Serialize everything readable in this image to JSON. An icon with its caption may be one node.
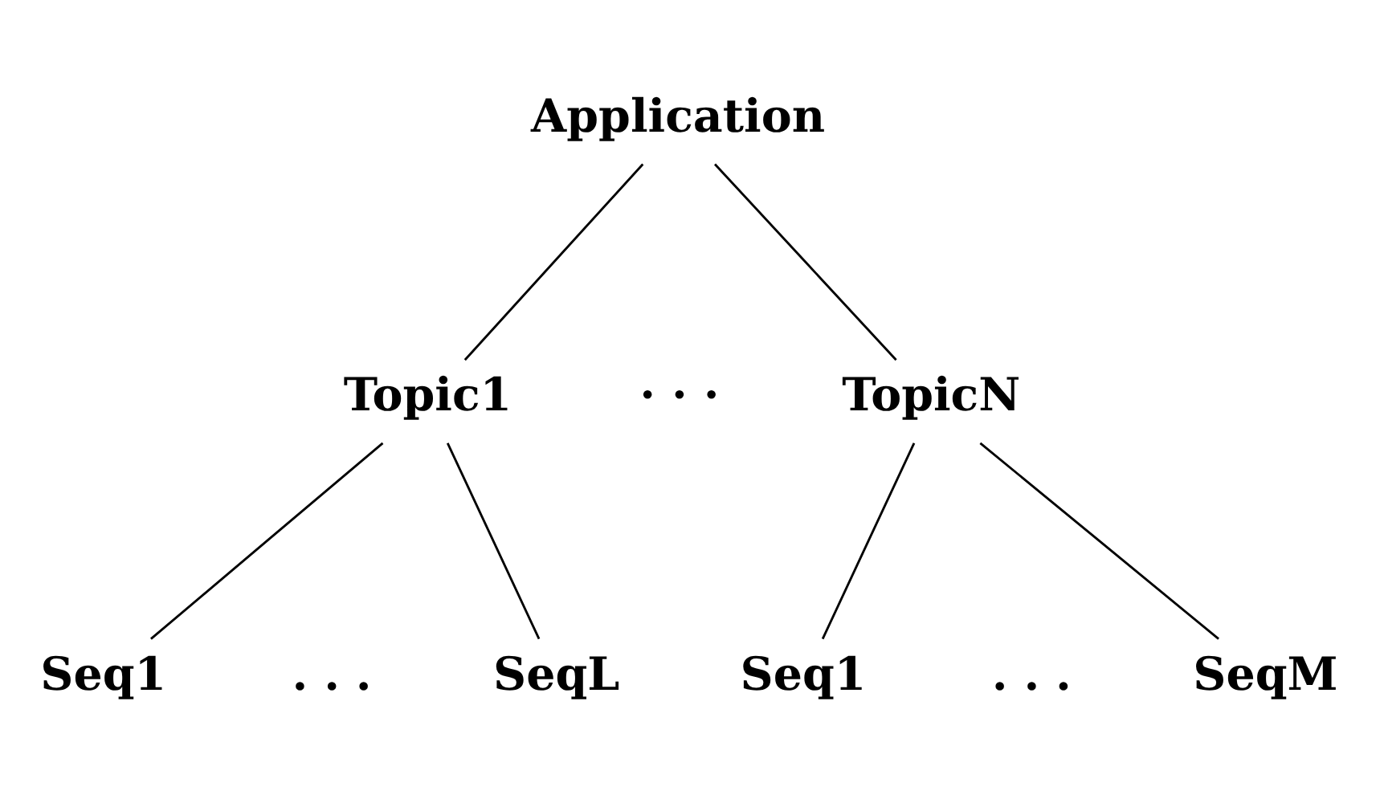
{
  "diagram": {
    "nodes": [
      {
        "text": [
          "Application"
        ]
      },
      {
        "text": [
          "Topic1"
        ]
      },
      {
        "text": [
          "TopicN"
        ]
      },
      {
        "text": [
          "Seq1"
        ]
      },
      {
        "text": [
          "SeqL"
        ]
      },
      {
        "text": [
          "Seq1"
        ]
      },
      {
        "text": [
          "SeqM"
        ]
      }
    ],
    "edges": [
      {
        "from": 0,
        "to": 1,
        "arrow": "none"
      },
      {
        "from": 0,
        "to": 2,
        "arrow": "none"
      },
      {
        "from": 1,
        "to": 3,
        "arrow": "none"
      },
      {
        "from": 1,
        "to": 4,
        "arrow": "none"
      },
      {
        "from": 2,
        "to": 5,
        "arrow": "none"
      },
      {
        "from": 2,
        "to": 6,
        "arrow": "none"
      }
    ],
    "labels": [
      "· · ·",
      ". . .",
      ". . ."
    ]
  }
}
